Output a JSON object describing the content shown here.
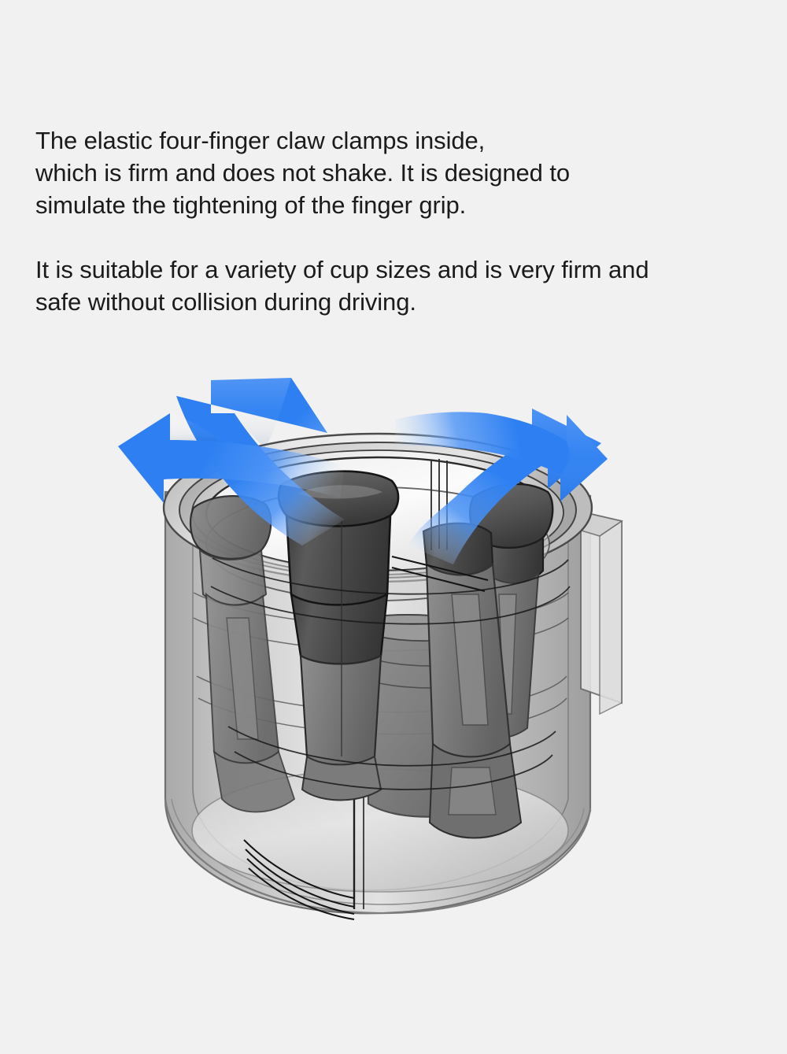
{
  "page": {
    "background_color": "#f1f1f1",
    "text_color": "#1b1b1b"
  },
  "description": {
    "paragraph_1": "The elastic four-finger claw clamps inside,\nwhich is firm and does not shake. It is designed to\nsimulate the tightening of the finger grip.",
    "paragraph_2": "It is suitable for a variety of cup sizes and is very firm and\nsafe without collision during driving."
  },
  "illustration": {
    "alt": "Cutaway 3D rendering of a car cup holder with four elastic gripping claws inside, with four blue curved arrows showing the claws expanding outward",
    "colors": {
      "arrow_blue": "#2e80f2",
      "arrow_blue_light": "#4d94f5",
      "claw_dark": "#4a4a4a",
      "claw_mid": "#6e6e6e",
      "housing_gray": "#b5b5b5",
      "housing_light": "#d9d9d9",
      "rim_light": "#ededed",
      "outline": "#1a1a1a",
      "outline_soft": "#5a5a5a"
    },
    "arrows": [
      {
        "name": "arrow-top-left",
        "direction": "up-left"
      },
      {
        "name": "arrow-top-right",
        "direction": "up-right"
      },
      {
        "name": "arrow-left",
        "direction": "left"
      },
      {
        "name": "arrow-right",
        "direction": "right"
      }
    ],
    "claw_count": 4
  }
}
